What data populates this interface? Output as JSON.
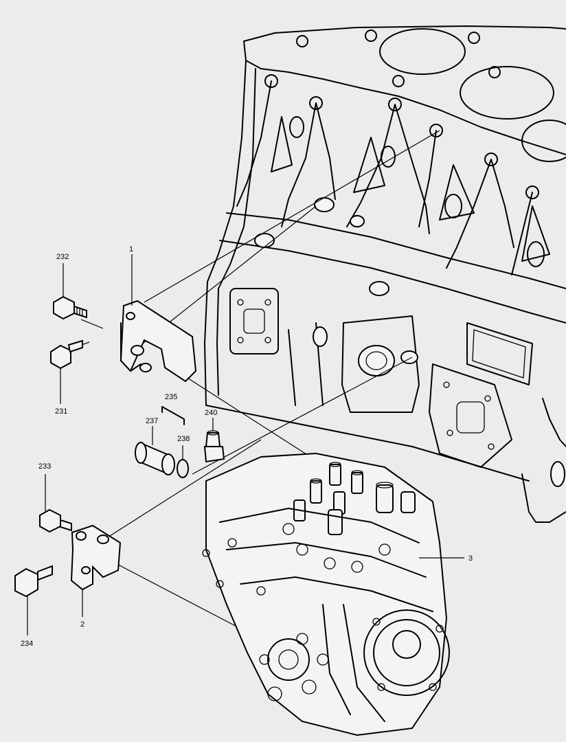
{
  "callouts": {
    "c1": "1",
    "c2": "2",
    "c3": "3",
    "c231": "231",
    "c232": "232",
    "c233": "233",
    "c234": "234",
    "c235": "235",
    "c237": "237",
    "c238": "238",
    "c240": "240"
  }
}
